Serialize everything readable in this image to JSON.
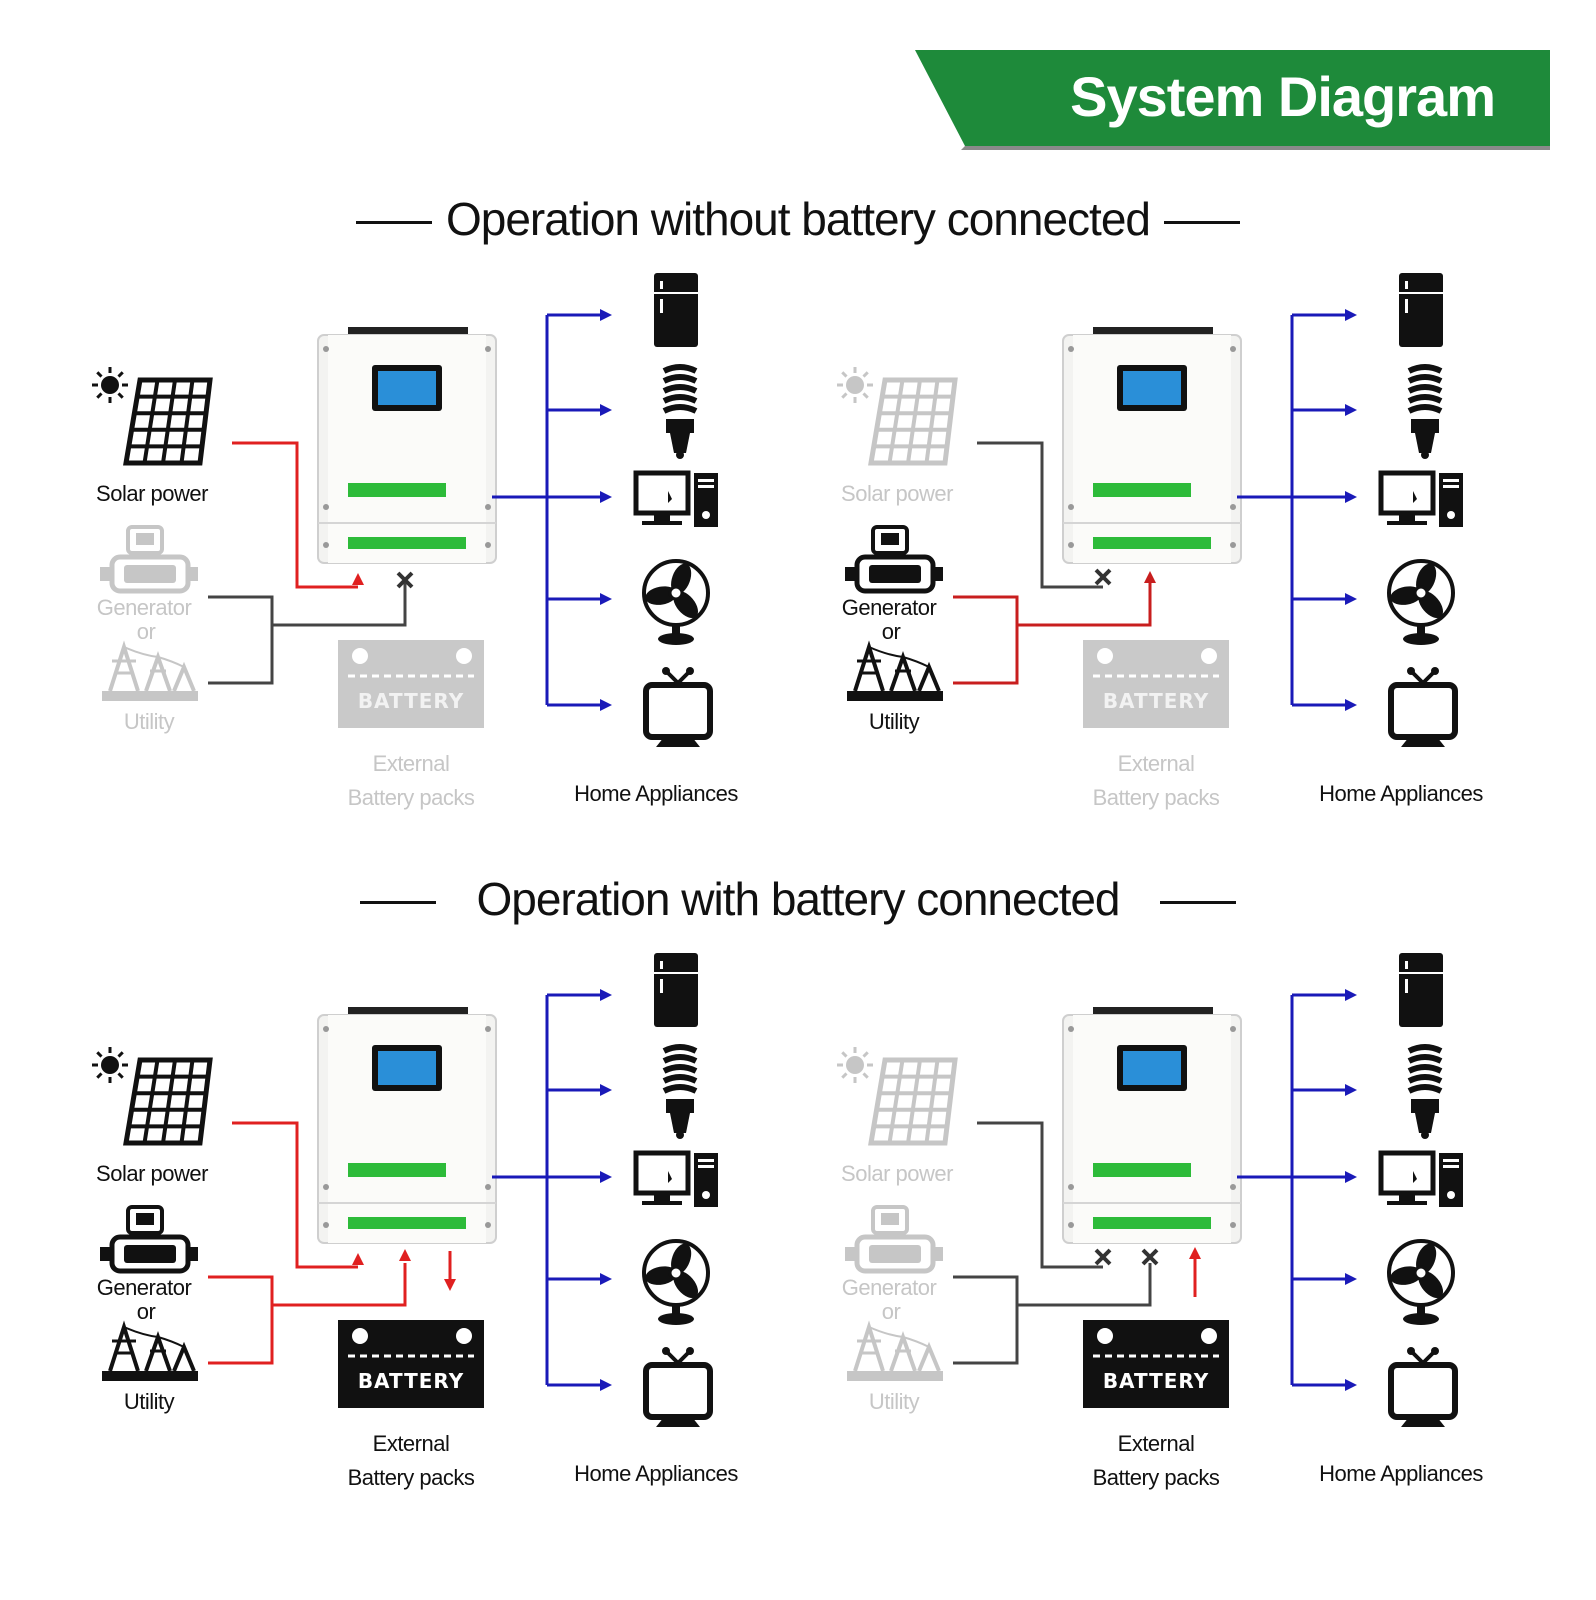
{
  "banner": {
    "title": "System Diagram",
    "color": "#1e8a3a"
  },
  "sections": [
    {
      "title": "Operation without battery connected"
    },
    {
      "title": "Operation with battery connected"
    }
  ],
  "labels": {
    "solar": "Solar power",
    "generator": "Generator",
    "or": "or",
    "utility": "Utility",
    "battery": "BATTERY",
    "external": "External",
    "battery_packs": "Battery packs",
    "appliances": "Home Appliances"
  },
  "panels": [
    {
      "id": "no-battery-solar",
      "section": 0,
      "solar": "active",
      "grid": "off",
      "battery": "absent",
      "active_color": "#e02020"
    },
    {
      "id": "no-battery-grid",
      "section": 0,
      "solar": "off",
      "grid": "active",
      "battery": "absent",
      "active_color": "#c81e1e"
    },
    {
      "id": "battery-solar-grid",
      "section": 1,
      "solar": "active",
      "grid": "active",
      "battery": "charging",
      "active_color": "#e02020"
    },
    {
      "id": "battery-only",
      "section": 1,
      "solar": "off",
      "grid": "off",
      "battery": "discharging",
      "active_color": "#e02020"
    }
  ],
  "colors": {
    "output_line": "#1a1ab8",
    "inactive_line": "#444444",
    "dim": "#c6c6c6",
    "screen": "#2a8fd8"
  },
  "appliance_icons": [
    "refrigerator-icon",
    "cfl-bulb-icon",
    "desktop-computer-icon",
    "desk-fan-icon",
    "television-icon"
  ]
}
